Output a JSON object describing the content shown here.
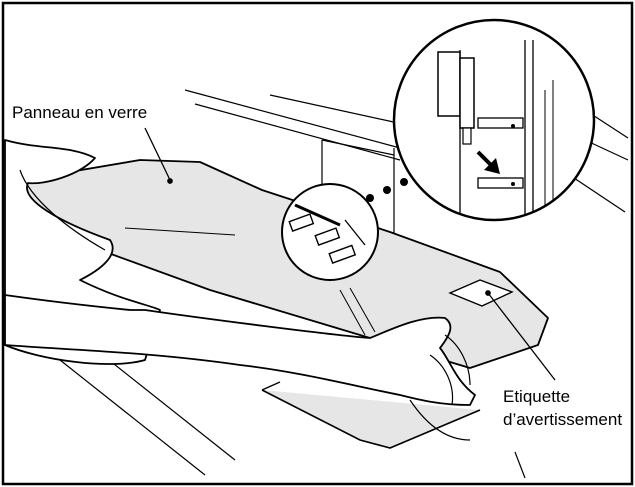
{
  "labels": {
    "glass_panel": "Panneau en verre",
    "warning_label_line1": "Etiquette",
    "warning_label_line2": "d’avertissement"
  },
  "colors": {
    "frame": "#000000",
    "panel_fill": "#e3e3e3",
    "label_fill": "#ffffff",
    "background": "#ffffff"
  }
}
